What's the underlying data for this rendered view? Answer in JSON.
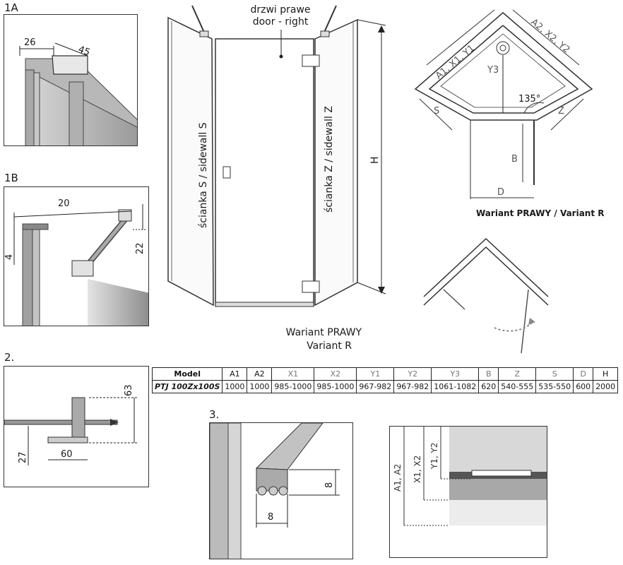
{
  "sections": {
    "s1a": "1A",
    "s1b": "1B",
    "s2": "2.",
    "s3": "3."
  },
  "detail_1a": {
    "d1": "26",
    "d2": "45"
  },
  "detail_1b": {
    "d1": "20",
    "d2": "4",
    "d3": "22"
  },
  "detail_2": {
    "d1": "63",
    "d2": "27",
    "d3": "60"
  },
  "detail_3": {
    "d1": "8",
    "d2": "8"
  },
  "front_view": {
    "door_pl": "drzwi prawe",
    "door_en": "door - right",
    "sidewall_s": "ścianka S / sidewall S",
    "sidewall_z": "ścianka Z / sidewall Z",
    "height": "H",
    "variant_pl": "Wariant PRAWY",
    "variant_en": "Variant R"
  },
  "plan_view": {
    "a1": "A1, X1, Y1",
    "a2": "A2, X2, Y2",
    "y3": "Y3",
    "angle": "135°",
    "s": "S",
    "z": "Z",
    "b": "B",
    "d": "D",
    "caption": "Wariant PRAWY / Variant R"
  },
  "table": {
    "headers": [
      "Model",
      "A1",
      "A2",
      "X1",
      "X2",
      "Y1",
      "Y2",
      "Y3",
      "B",
      "Z",
      "S",
      "D",
      "H"
    ],
    "row": [
      "PTJ 100Zx100S",
      "1000",
      "1000",
      "985-1000",
      "985-1000",
      "967-982",
      "967-982",
      "1061-1082",
      "620",
      "540-555",
      "535-550",
      "600",
      "2000"
    ]
  },
  "detail_levels": {
    "a": "A1, A2",
    "x": "X1, X2",
    "y": "Y1, Y2"
  }
}
